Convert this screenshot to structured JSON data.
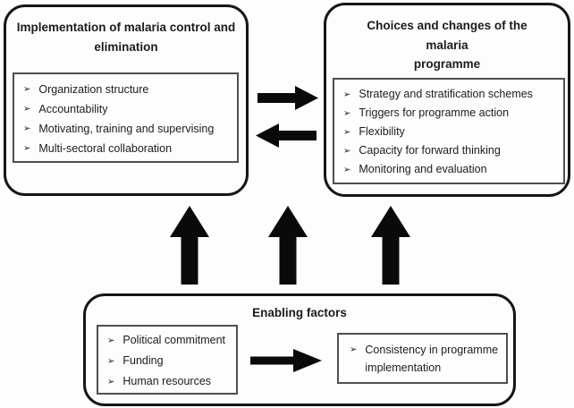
{
  "diagram": {
    "implementation_box": {
      "title": "Implementation of malaria control and\nelimination",
      "items": [
        "Organization structure",
        "Accountability",
        "Motivating, training and supervising",
        "Multi-sectoral collaboration"
      ]
    },
    "choices_box": {
      "title": "Choices and changes of the malaria\nprogramme",
      "items": [
        "Strategy and stratification schemes",
        "Triggers for programme action",
        "Flexibility",
        "Capacity for forward thinking",
        "Monitoring and evaluation"
      ]
    },
    "enabling_box": {
      "title": "Enabling factors",
      "left_items": [
        "Political commitment",
        "Funding",
        "Human resources"
      ],
      "right_items": [
        "Consistency in programme implementation"
      ]
    },
    "bullet_glyph": "➢",
    "colors": {
      "border": "#161616",
      "inner_border": "#4f4f4f",
      "arrow": "#0a0a0a",
      "background": "#fdfdfd",
      "text": "#1c1c1c"
    }
  }
}
